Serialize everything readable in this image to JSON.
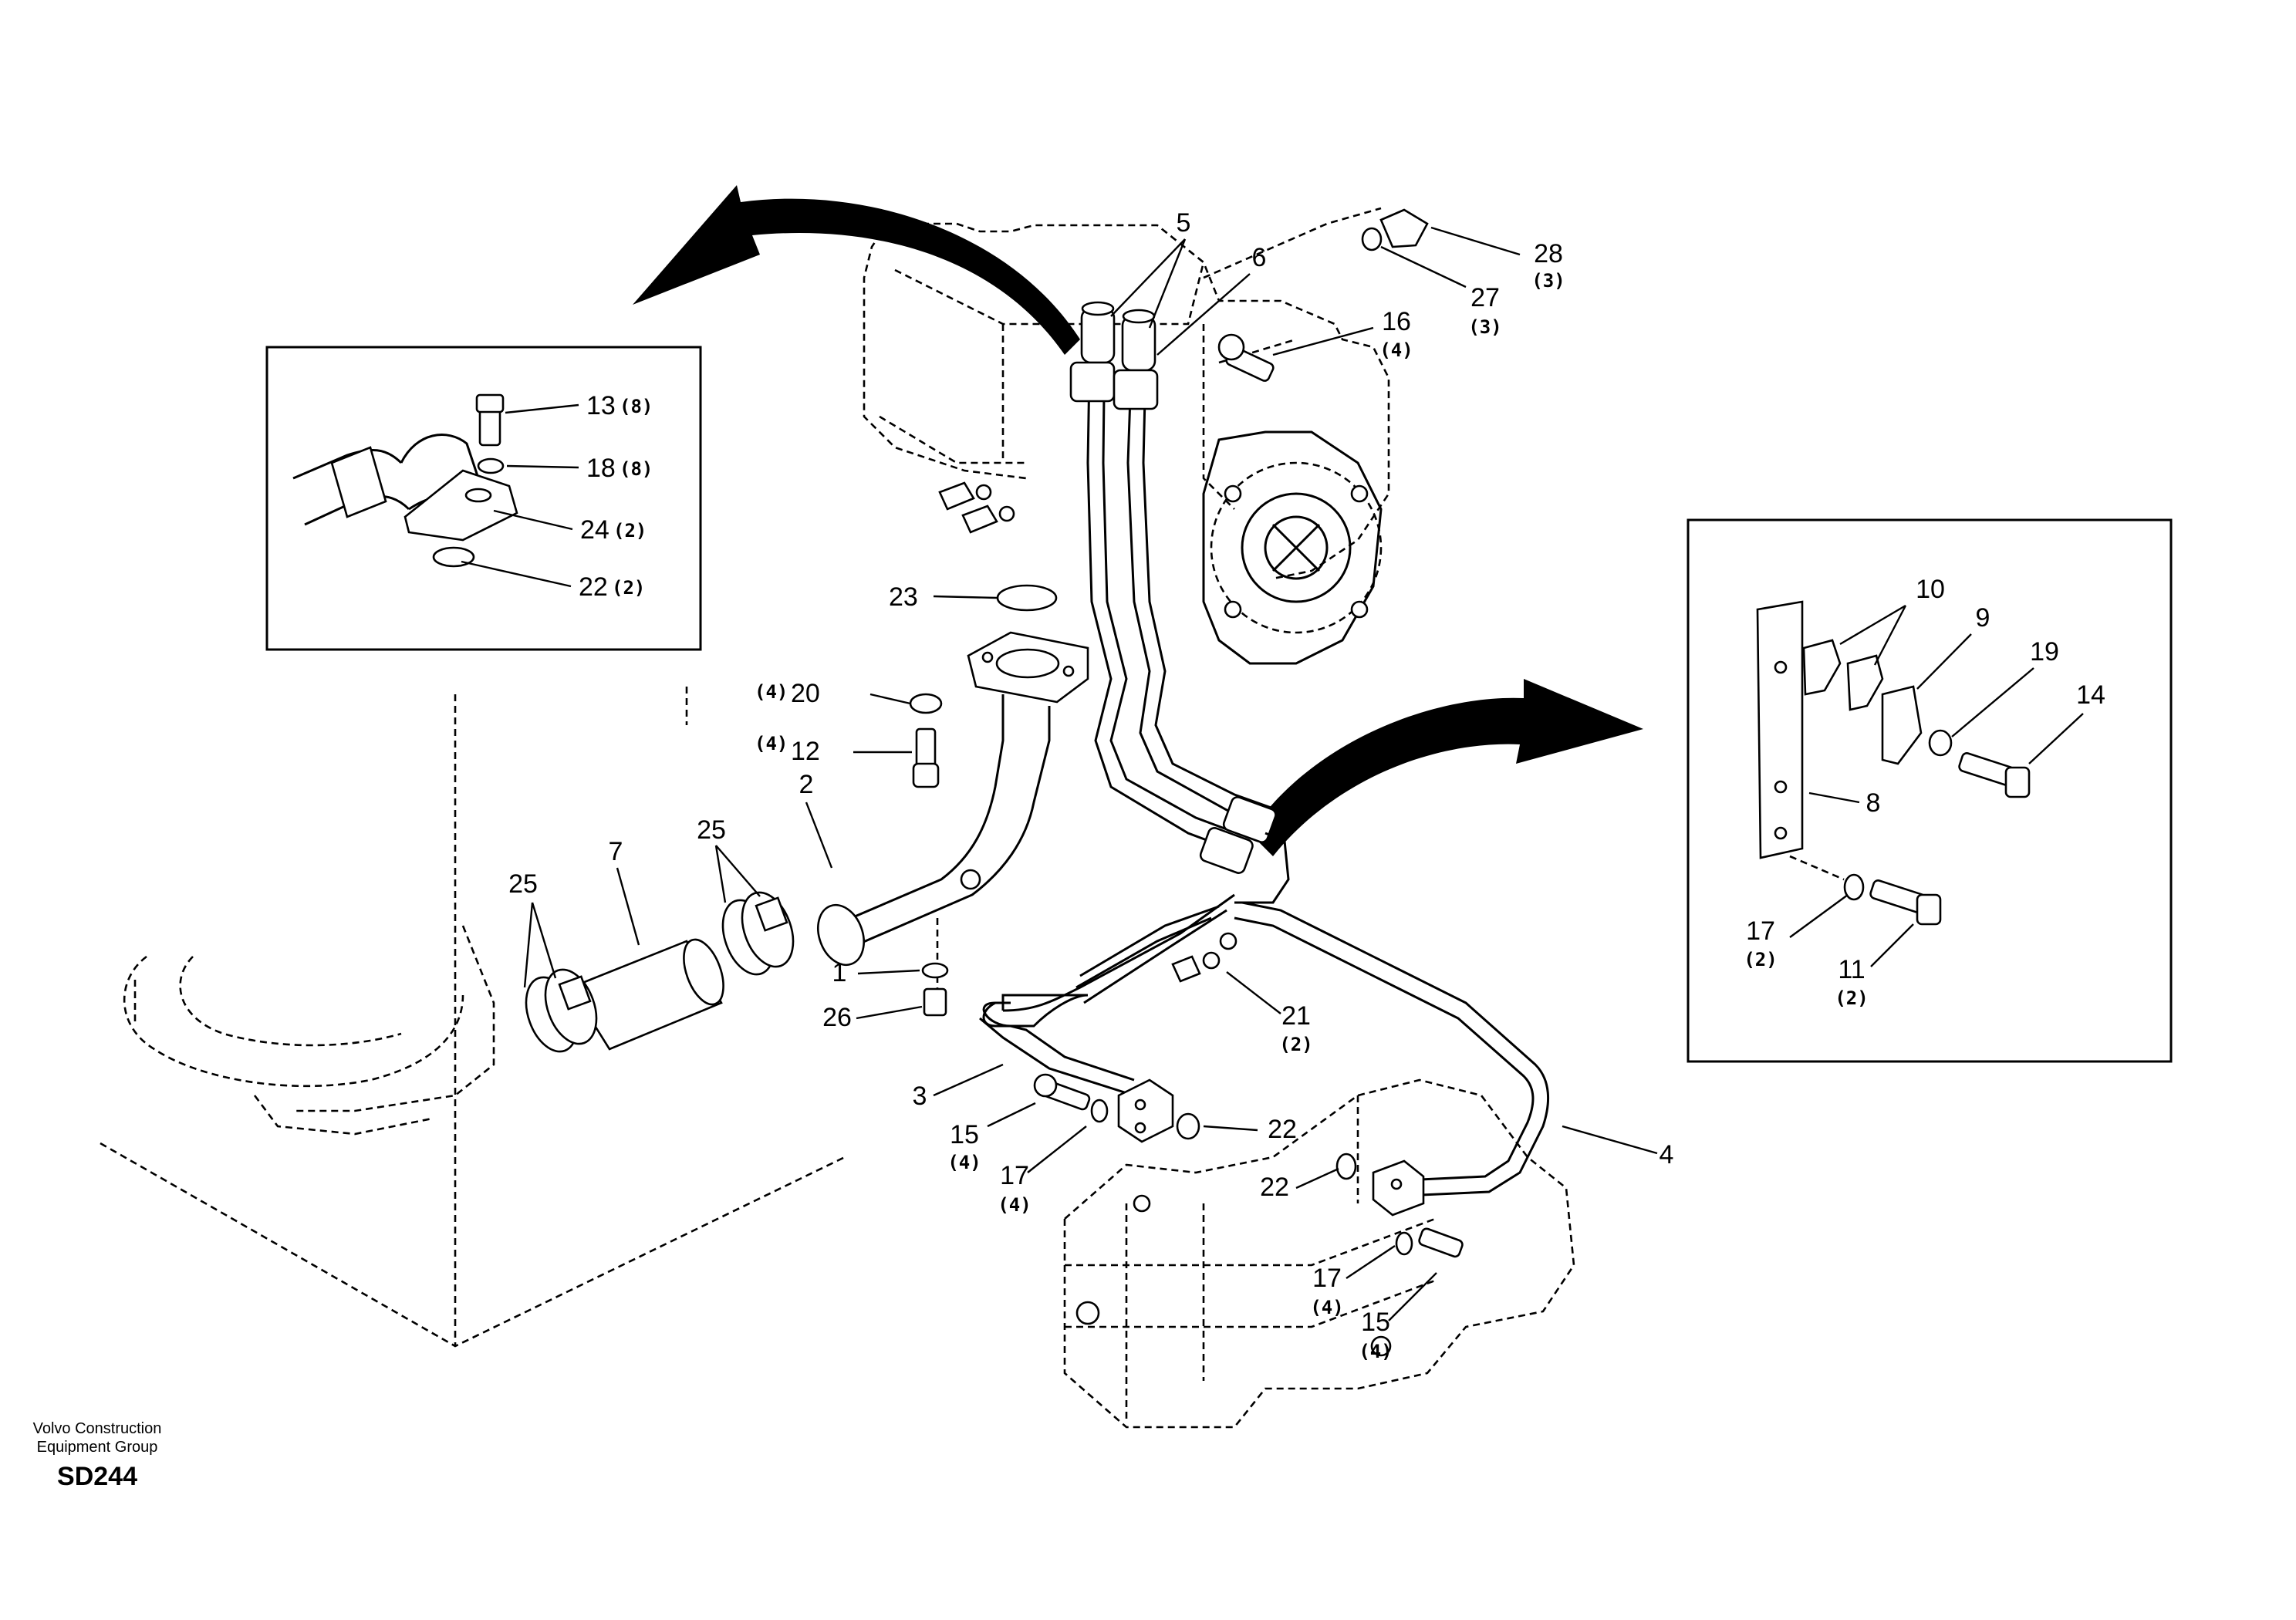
{
  "callouts": [
    {
      "id": "c5",
      "label": "5",
      "qty": ""
    },
    {
      "id": "c6",
      "label": "6",
      "qty": ""
    },
    {
      "id": "c28",
      "label": "28",
      "qty": "(3)"
    },
    {
      "id": "c27",
      "label": "27",
      "qty": "(3)"
    },
    {
      "id": "c16",
      "label": "16",
      "qty": "(4)"
    },
    {
      "id": "c13",
      "label": "13",
      "qty": "(8)"
    },
    {
      "id": "c18",
      "label": "18",
      "qty": "(8)"
    },
    {
      "id": "c24",
      "label": "24",
      "qty": "(2)"
    },
    {
      "id": "c22a",
      "label": "22",
      "qty": "(2)"
    },
    {
      "id": "c23",
      "label": "23",
      "qty": ""
    },
    {
      "id": "c20",
      "label": "20",
      "qty": "(4)"
    },
    {
      "id": "c12",
      "label": "12",
      "qty": "(4)"
    },
    {
      "id": "c2",
      "label": "2",
      "qty": ""
    },
    {
      "id": "c25a",
      "label": "25",
      "qty": ""
    },
    {
      "id": "c7",
      "label": "7",
      "qty": ""
    },
    {
      "id": "c25b",
      "label": "25",
      "qty": ""
    },
    {
      "id": "c1",
      "label": "1",
      "qty": ""
    },
    {
      "id": "c26",
      "label": "26",
      "qty": ""
    },
    {
      "id": "c21",
      "label": "21",
      "qty": "(2)"
    },
    {
      "id": "c3",
      "label": "3",
      "qty": ""
    },
    {
      "id": "c15a",
      "label": "15",
      "qty": "(4)"
    },
    {
      "id": "c17a",
      "label": "17",
      "qty": "(4)"
    },
    {
      "id": "c22b",
      "label": "22",
      "qty": ""
    },
    {
      "id": "c22c",
      "label": "22",
      "qty": ""
    },
    {
      "id": "c4",
      "label": "4",
      "qty": ""
    },
    {
      "id": "c17b",
      "label": "17",
      "qty": "(4)"
    },
    {
      "id": "c15b",
      "label": "15",
      "qty": "(4)"
    },
    {
      "id": "c10",
      "label": "10",
      "qty": ""
    },
    {
      "id": "c9",
      "label": "9",
      "qty": ""
    },
    {
      "id": "c19",
      "label": "19",
      "qty": ""
    },
    {
      "id": "c14",
      "label": "14",
      "qty": ""
    },
    {
      "id": "c8",
      "label": "8",
      "qty": ""
    },
    {
      "id": "c17c",
      "label": "17",
      "qty": "(2)"
    },
    {
      "id": "c11",
      "label": "11",
      "qty": "(2)"
    }
  ],
  "footer": {
    "company_line1": "Volvo Construction",
    "company_line2": "Equipment Group",
    "drawing_code": "SD244"
  }
}
